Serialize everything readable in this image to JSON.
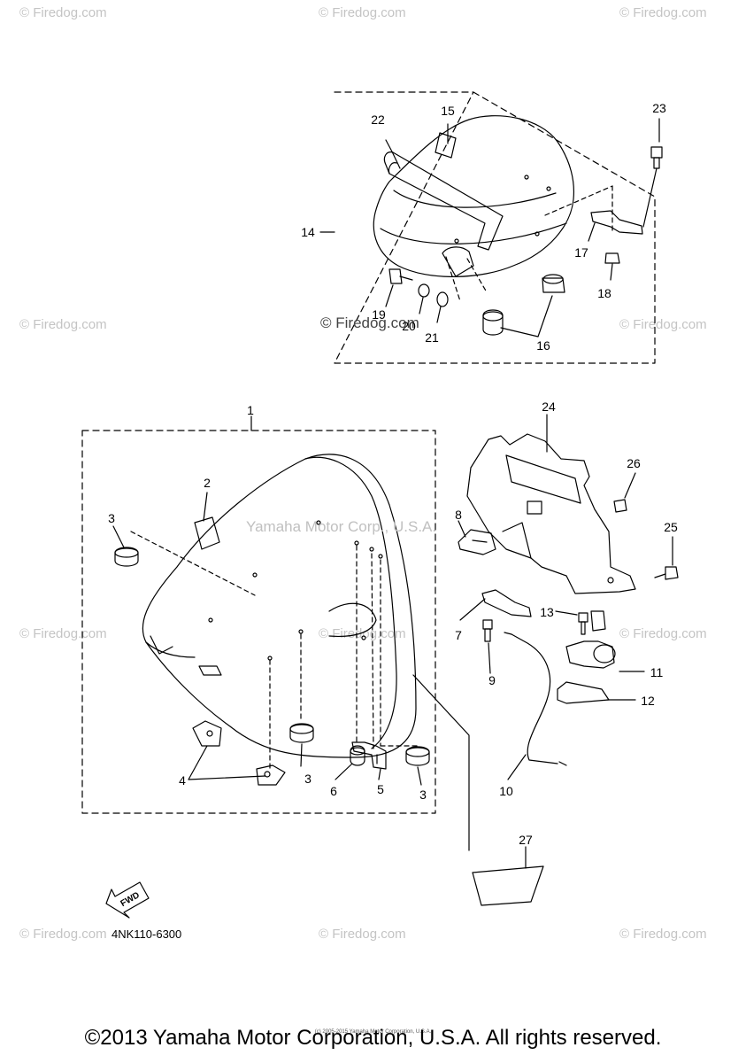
{
  "watermark": {
    "text": "© Firedog.com"
  },
  "center_watermark": "© Firedog.com",
  "yamaha_watermark": "Yamaha Motor Corp., U.S.A.",
  "diagram_code": "4NK110-6300",
  "fwd_label": "FWD",
  "copyright_small": "(c) 2005-2015 Yamaha Motor Corporation, U.S.A.",
  "copyright": "©2013 Yamaha Motor Corporation, U.S.A. All rights reserved.",
  "part_labels": [
    "1",
    "2",
    "3",
    "3",
    "3",
    "3",
    "4",
    "5",
    "6",
    "7",
    "8",
    "9",
    "10",
    "11",
    "12",
    "13",
    "14",
    "15",
    "16",
    "17",
    "18",
    "19",
    "20",
    "21",
    "22",
    "23",
    "24",
    "25",
    "26",
    "27"
  ]
}
